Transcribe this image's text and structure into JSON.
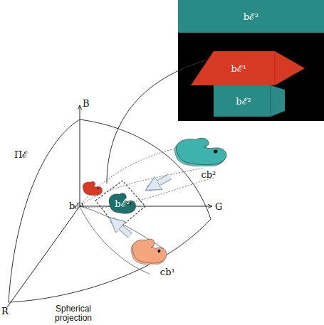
{
  "diagram": {
    "nodes": [
      {
        "text": [
          "bℰ²"
        ]
      },
      {
        "text": [
          "bℰ¹"
        ]
      },
      {
        "text": [
          "bℰ²"
        ]
      },
      {
        "text": [
          "cb²"
        ]
      },
      {
        "text": [
          "bℰ²"
        ]
      },
      {
        "text": [
          "bℰ¹"
        ]
      },
      {
        "text": [
          "cb¹"
        ]
      }
    ],
    "edges": [
      {
        "from": 3,
        "to": 4,
        "arrow": "to"
      },
      {
        "from": 6,
        "to": 5,
        "arrow": "to"
      }
    ],
    "labels": [
      "B",
      "G",
      "R",
      "Πℰ",
      "Spherical projection"
    ]
  }
}
